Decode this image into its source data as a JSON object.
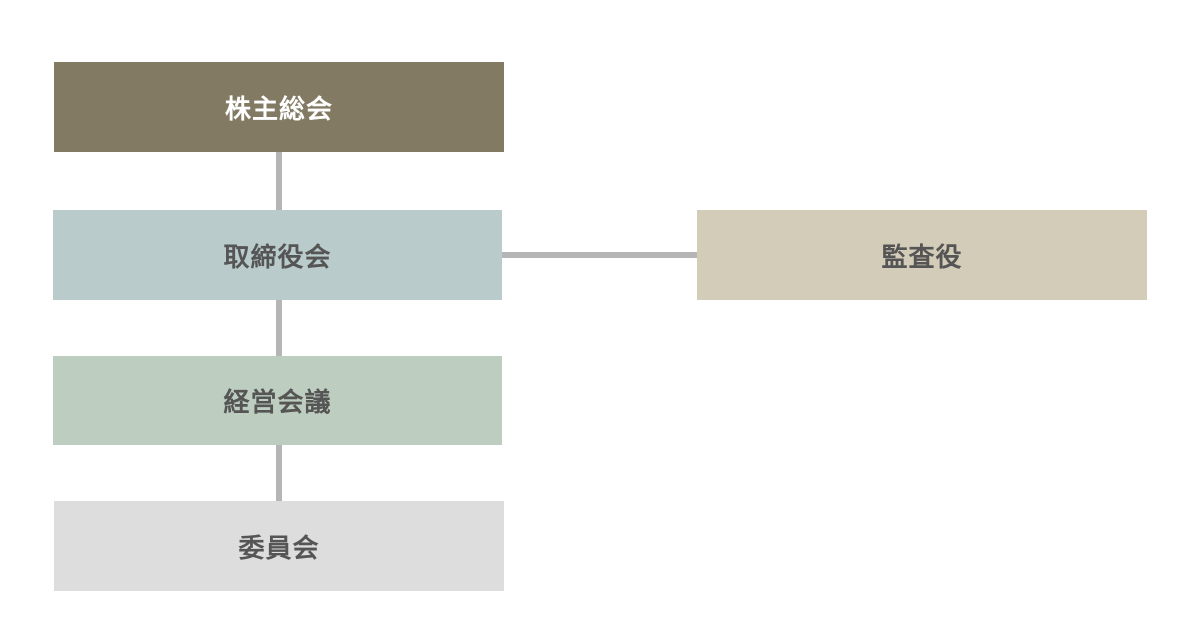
{
  "colors": {
    "connector": "#b5b5b5"
  },
  "nodes": {
    "shareholders_meeting": {
      "label": "株主総会",
      "bg": "#827a63",
      "fg": "#ffffff"
    },
    "board_of_directors": {
      "label": "取締役会",
      "bg": "#b9cbca",
      "fg": "#555555"
    },
    "auditor": {
      "label": "監査役",
      "bg": "#d3ccb9",
      "fg": "#555555"
    },
    "management_meeting": {
      "label": "経営会議",
      "bg": "#bdcdbf",
      "fg": "#555555"
    },
    "committee": {
      "label": "委員会",
      "bg": "#dcdddc",
      "fg": "#555555"
    }
  }
}
